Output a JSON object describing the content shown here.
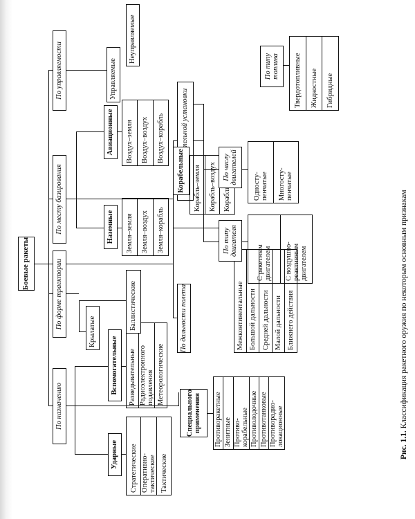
{
  "root": "Боевые ракеты",
  "categories": {
    "purpose": "По назначению",
    "trajectory": "По форме траектории",
    "basing": "По месту базирования",
    "control": "По управляемости",
    "range": "По дальности полета",
    "propulsion": "По типу двигательной установки"
  },
  "purpose": {
    "strike": {
      "label": "Ударные",
      "items": [
        "Стратегические",
        "Оперативно-тактические",
        "Тактические"
      ]
    },
    "auxiliary": {
      "label": "Вспомогательные",
      "items": [
        "Разведывательные",
        "Радиоэлектронного подавления",
        "Метеорологические"
      ]
    },
    "special": {
      "label": "Специального применения",
      "items": [
        "Противоракетные",
        "Зенитные",
        "Противо-корабельные",
        "Противолодочные",
        "Противотанковые",
        "Противорадио-локационные"
      ]
    }
  },
  "trajectory": {
    "winged": "Крылатые",
    "ballistic": "Баллистические"
  },
  "range": {
    "items": [
      "Межконтинентальные",
      "Большой дальности",
      "Средней дальности",
      "Малой дальности",
      "Ближнего действия"
    ]
  },
  "basing": {
    "ground": {
      "label": "Наземные",
      "items": [
        "Земля–земля",
        "Земля–воздух",
        "Земля–корабль"
      ]
    },
    "ship": {
      "label": "Корабельные",
      "items": [
        "Корабль–земля",
        "Корабль–воздух",
        "Корабль–корабль"
      ]
    },
    "aviation": {
      "label": "Авиационные",
      "items": [
        "Воздух–земля",
        "Воздух–воздух",
        "Воздух–корабль"
      ]
    }
  },
  "control": {
    "guided": "Управляемые",
    "unguided": "Неуправляемые"
  },
  "propulsion": {
    "engine_type": {
      "label": "По типу двигателя",
      "items": [
        "С ракетным двигателем",
        "С воздушно-реактивным двигателем"
      ]
    },
    "engine_count": {
      "label": "По числу двигателей",
      "items": [
        "Односту-пенчатые",
        "Многосту-пенчатые"
      ]
    },
    "fuel": {
      "label": "По типу топлива",
      "items": [
        "Твердотопливные",
        "Жидкостные",
        "Гибридные"
      ]
    }
  },
  "caption": {
    "label": "Рис. 1.1.",
    "text": "Классификация ракетного оружия по некоторым основным признакам"
  }
}
